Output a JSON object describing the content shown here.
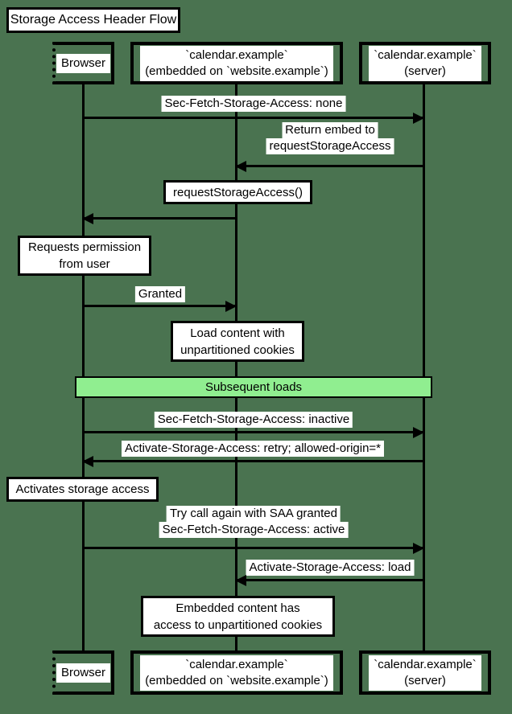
{
  "title": "Storage Access Header Flow",
  "colors": {
    "background": "#4A7350",
    "line": "#000000",
    "box_fill": "#FFFFFF",
    "divider_fill": "#90EE90"
  },
  "participants": {
    "browser": {
      "lines": [
        "Browser"
      ]
    },
    "embed": {
      "lines": [
        "`calendar.example`",
        "(embedded on `website.example`)"
      ]
    },
    "server": {
      "lines": [
        "`calendar.example`",
        "(server)"
      ]
    }
  },
  "messages": [
    {
      "from": "browser",
      "to": "server",
      "direction": "right",
      "lines": [
        "Sec-Fetch-Storage-Access: none"
      ]
    },
    {
      "from": "server",
      "to": "embed",
      "direction": "left",
      "lines": [
        "Return embed to",
        "requestStorageAccess"
      ]
    },
    {
      "from": "embed",
      "to": "browser",
      "direction": "left",
      "lines": []
    },
    {
      "from": "browser",
      "to": "embed",
      "direction": "right",
      "lines": [
        "Granted"
      ]
    },
    {
      "from": "browser",
      "to": "server",
      "direction": "right",
      "lines": [
        "Sec-Fetch-Storage-Access: inactive"
      ]
    },
    {
      "from": "server",
      "to": "browser",
      "direction": "left",
      "lines": [
        "Activate-Storage-Access: retry; allowed-origin=*"
      ]
    },
    {
      "from": "browser",
      "to": "server",
      "direction": "right",
      "lines": [
        "Try call again with SAA granted",
        "Sec-Fetch-Storage-Access: active"
      ]
    },
    {
      "from": "server",
      "to": "embed",
      "direction": "left",
      "lines": [
        "Activate-Storage-Access: load"
      ]
    }
  ],
  "notes": [
    {
      "over": "embed",
      "lines": [
        "requestStorageAccess()"
      ]
    },
    {
      "over": "browser",
      "lines": [
        "Requests permission",
        "from user"
      ]
    },
    {
      "over": "embed",
      "lines": [
        "Load content with",
        "unpartitioned cookies"
      ]
    },
    {
      "over": "browser",
      "lines": [
        "Activates storage access"
      ]
    },
    {
      "over": "embed",
      "lines": [
        "Embedded content has",
        "access to unpartitioned cookies"
      ]
    }
  ],
  "divider": {
    "label": "Subsequent loads"
  }
}
